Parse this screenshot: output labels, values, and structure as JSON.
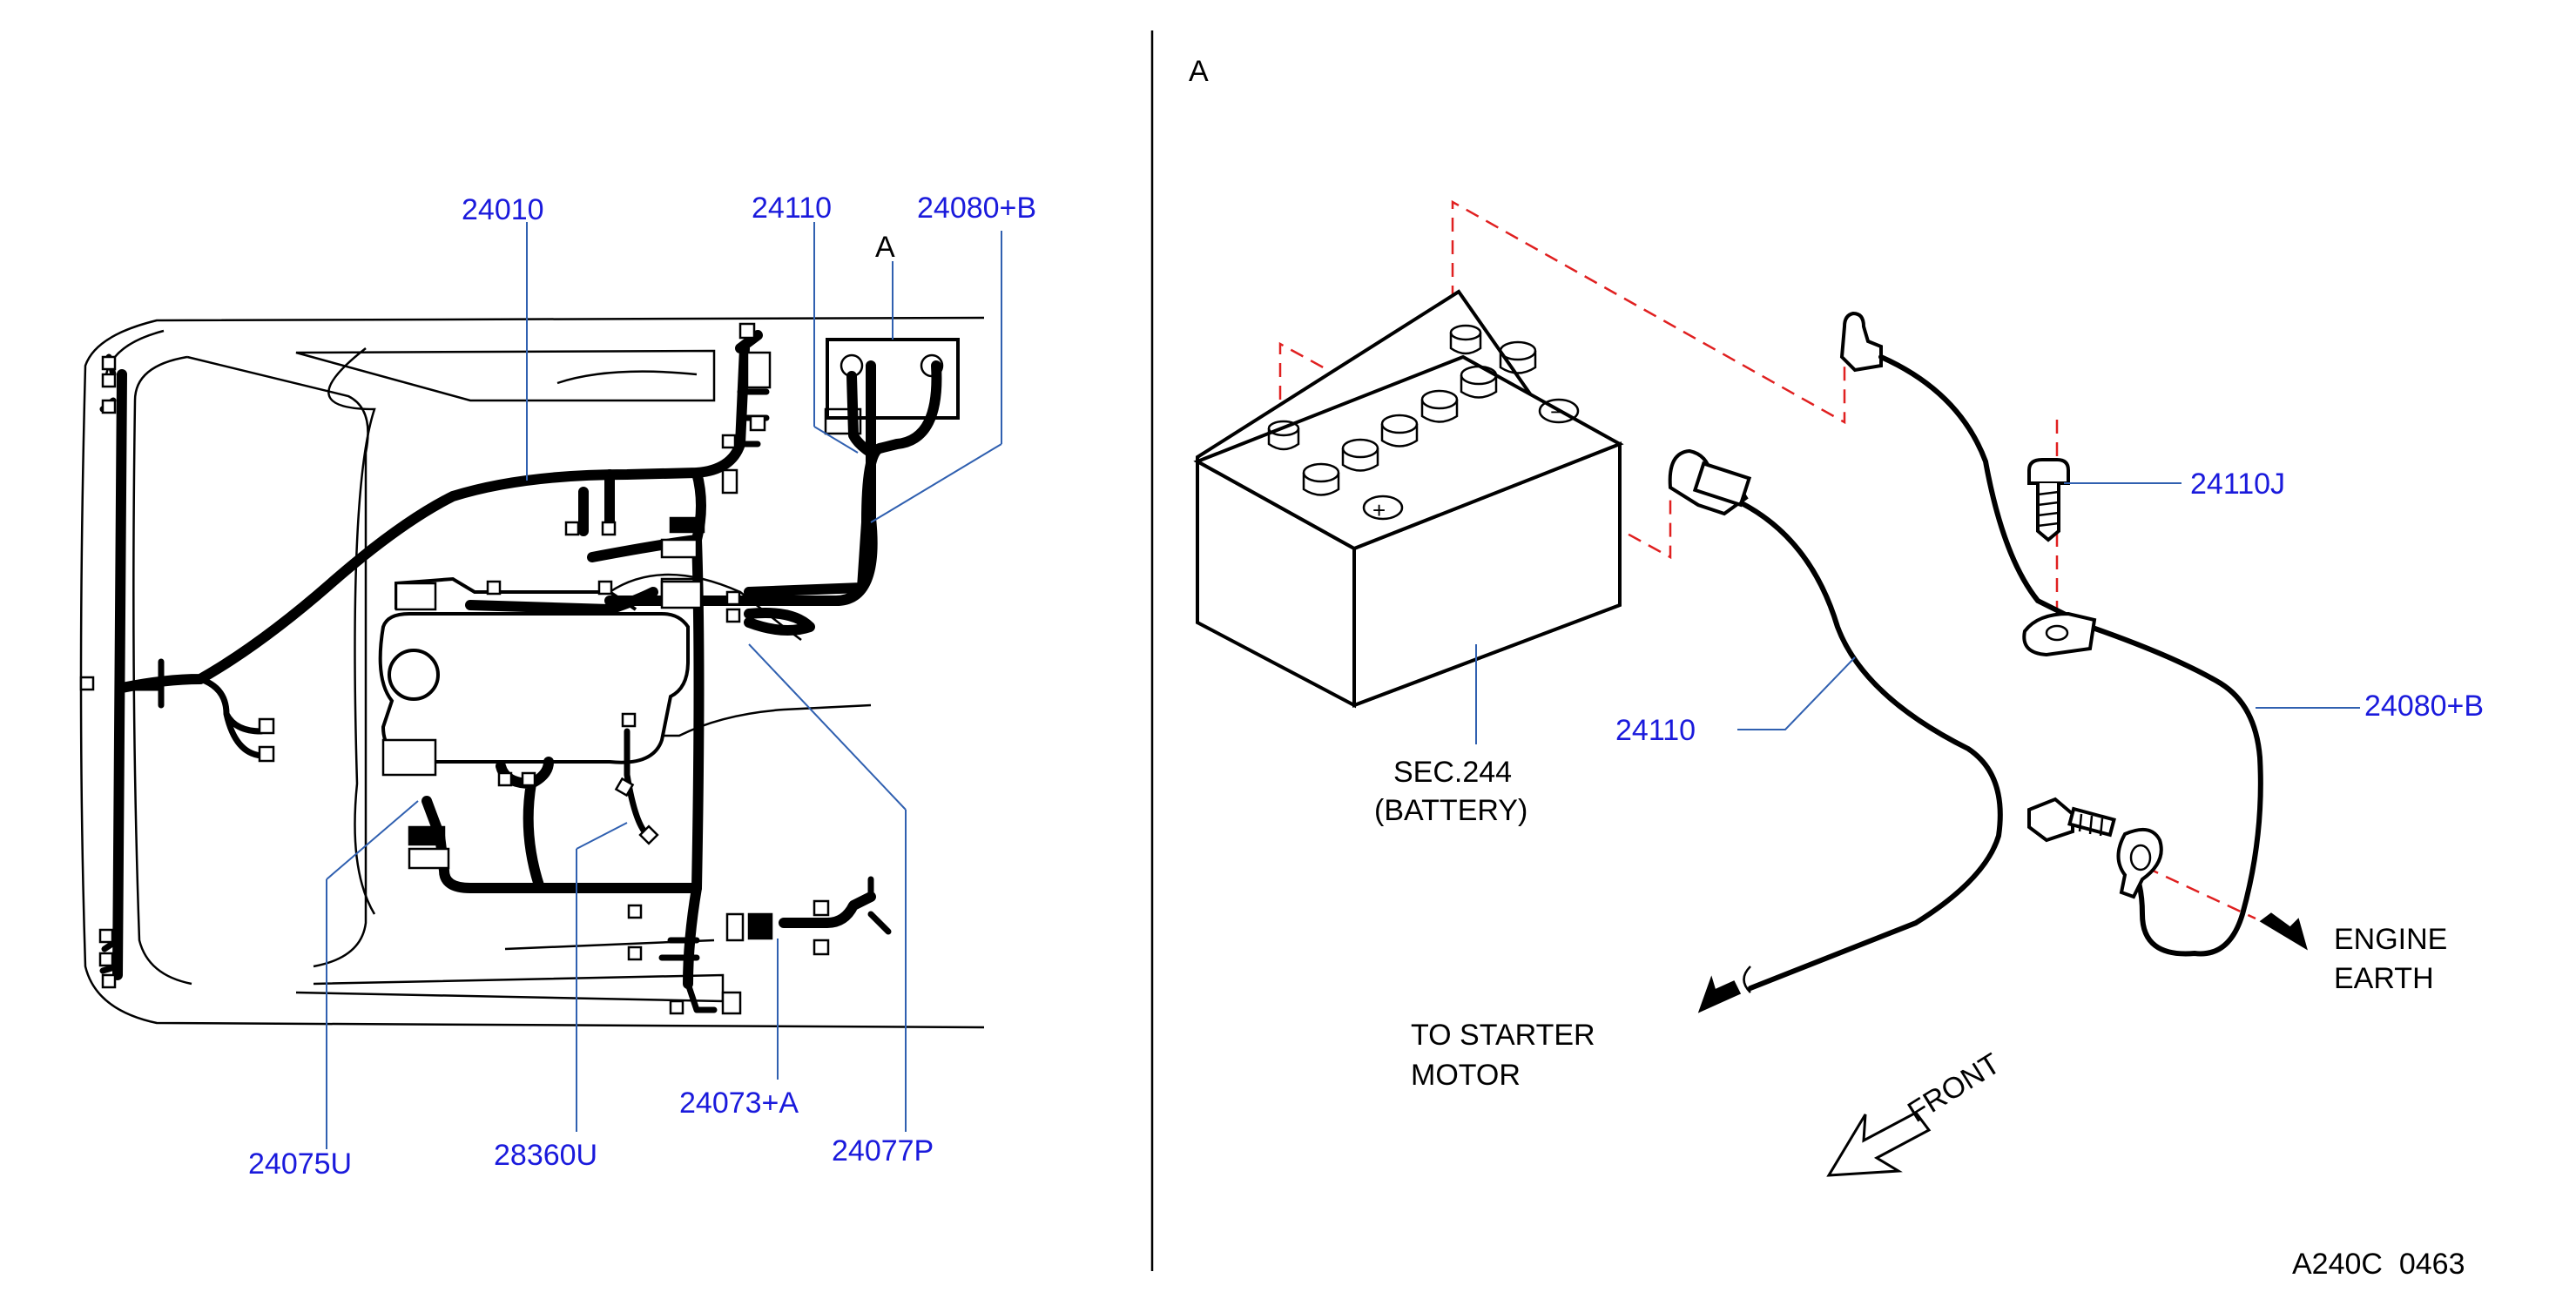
{
  "left_panel": {
    "labels": {
      "p24010": "24010",
      "p24110": "24110",
      "p24080b": "24080+B",
      "detail_a": "A",
      "p24075u": "24075U",
      "p28360u": "28360U",
      "p24073a": "24073+A",
      "p24077p": "24077P"
    }
  },
  "right_panel": {
    "detail_title": "A",
    "labels": {
      "p24110j": "24110J",
      "p24110": "24110",
      "p24080b": "24080+B",
      "battery_sec": "SEC.244",
      "battery_name": "(BATTERY)",
      "starter_line1": "TO  STARTER",
      "starter_line2": "MOTOR",
      "earth_line1": "ENGINE",
      "earth_line2": "EARTH",
      "front": "FRONT"
    },
    "terminal_marks": {
      "positive": "+",
      "negative": "−"
    }
  },
  "footer": {
    "code": "A240C  0463"
  },
  "colors": {
    "label": "#1a1adc",
    "leader": "#3060b0",
    "dashed": "#e02020"
  }
}
